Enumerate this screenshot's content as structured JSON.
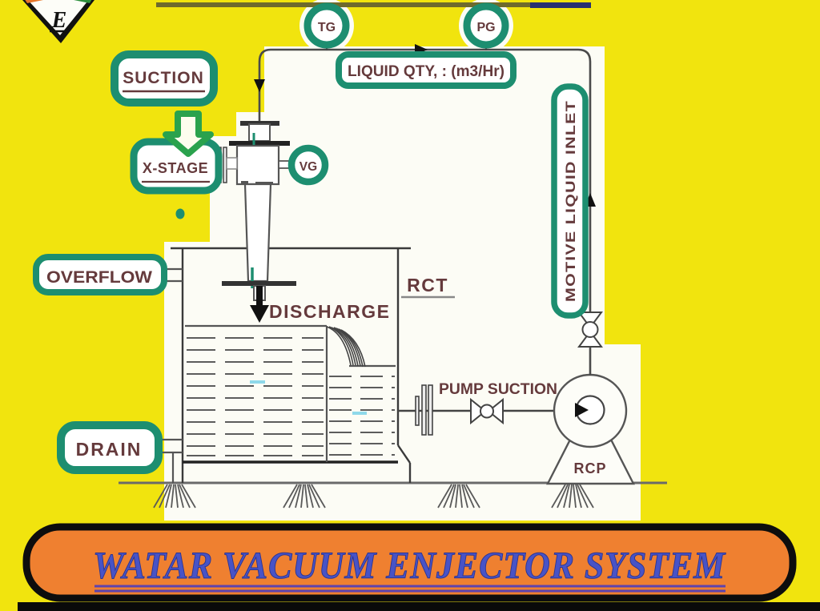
{
  "diagram": {
    "logo": {
      "letter": "E"
    },
    "gauges": {
      "tg": "TG",
      "pg": "PG",
      "vg": "VG"
    },
    "labels": {
      "suction": "SUCTION",
      "x_stage": "X-STAGE",
      "liquid_qty": "LIQUID QTY, : (m3/Hr)",
      "motive_liquid_inlet": "MOTIVE LIQUID INLET",
      "overflow": "OVERFLOW",
      "drain": "DRAIN",
      "discharge": "DISCHARGE",
      "rct": "RCT",
      "pump_suction": "PUMP SUCTION",
      "rcp": "RCP"
    },
    "title": "WATAR VACUUM ENJECTOR SYSTEM",
    "colors": {
      "background_yellow": "#f1e40e",
      "label_border_green": "#1d8e70",
      "label_text_brown": "#653a3c",
      "arrow_green": "#2aa24d",
      "title_fill_orange": "#ef8030",
      "title_text_blue": "#4853c6",
      "title_underline_purple": "#5d43ae",
      "line_dark": "#3a3a3a",
      "water_blue": "#8fd9ea",
      "top_line_olive": "#6e6a2c",
      "top_line_navy": "#283070"
    }
  }
}
